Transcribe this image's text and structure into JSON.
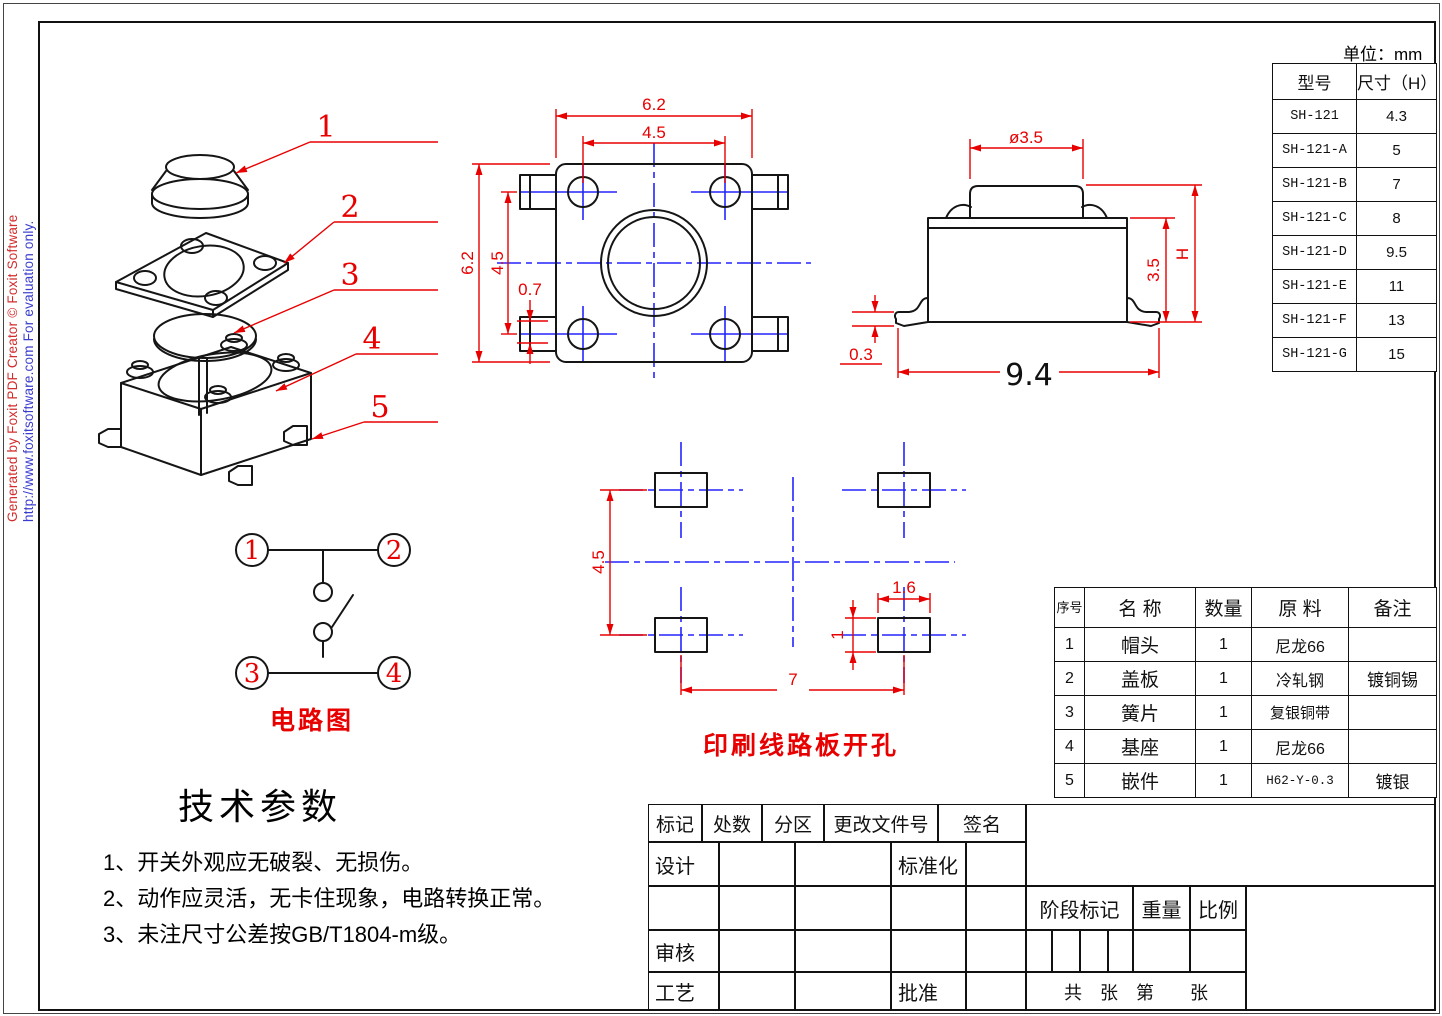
{
  "watermark": {
    "line1": "Generated by Foxit PDF Creator © Foxit Software",
    "line2": "http://www.foxitsoftware.com  For evaluation only."
  },
  "units_label": "单位：mm",
  "model_table": {
    "col_model": "型号",
    "col_size": "尺寸（H）",
    "rows": [
      [
        "SH-121",
        "4.3"
      ],
      [
        "SH-121-A",
        "5"
      ],
      [
        "SH-121-B",
        "7"
      ],
      [
        "SH-121-C",
        "8"
      ],
      [
        "SH-121-D",
        "9.5"
      ],
      [
        "SH-121-E",
        "11"
      ],
      [
        "SH-121-F",
        "13"
      ],
      [
        "SH-121-G",
        "15"
      ]
    ]
  },
  "parts_table": {
    "h_index": "序号",
    "h_name": "名 称",
    "h_qty": "数量",
    "h_material": "原 料",
    "h_note": "备注",
    "rows": [
      [
        "1",
        "帽头",
        "1",
        "尼龙66",
        ""
      ],
      [
        "2",
        "盖板",
        "1",
        "冷轧钢",
        "镀铜锡"
      ],
      [
        "3",
        "簧片",
        "1",
        "复银铜带",
        ""
      ],
      [
        "4",
        "基座",
        "1",
        "尼龙66",
        ""
      ],
      [
        "5",
        "嵌件",
        "1",
        "H62-Y-0.3",
        "镀银"
      ]
    ]
  },
  "title_block": {
    "mark": "标记",
    "count": "处数",
    "zone": "分区",
    "doc_no": "更改文件号",
    "sign": "签名",
    "design": "设计",
    "standard": "标准化",
    "audit": "审核",
    "craft": "工艺",
    "approve": "批准",
    "stage": "阶段标记",
    "weight": "重量",
    "scale": "比例",
    "sheets": "共　张　第　　张"
  },
  "exploded_view": {
    "part_labels": [
      "1",
      "2",
      "3",
      "4",
      "5"
    ]
  },
  "top_view": {
    "dim_width_outer": "6.2",
    "dim_width_inner": "4.5",
    "dim_height_outer": "6.2",
    "dim_height_inner": "4.5",
    "dim_pin": "0.7"
  },
  "side_view": {
    "dim_button": "ø3.5",
    "dim_total_height": "H",
    "dim_body_height": "3.5",
    "dim_leg": "0.3",
    "dim_overall": "9.4"
  },
  "pcb_view": {
    "label": "印刷线路板开孔",
    "dim_vertical": "4.5",
    "dim_hole_w": "1.6",
    "dim_hole_h": "1",
    "dim_pitch": "7"
  },
  "circuit": {
    "label": "电路图",
    "t1": "1",
    "t2": "2",
    "t3": "3",
    "t4": "4"
  },
  "tech_notes": {
    "heading": "技术参数",
    "note1": "1、开关外观应无破裂、无损伤。",
    "note2": "2、动作应灵活，无卡住现象，电路转换正常。",
    "note3": "3、未注尺寸公差按GB/T1804-m级。"
  }
}
